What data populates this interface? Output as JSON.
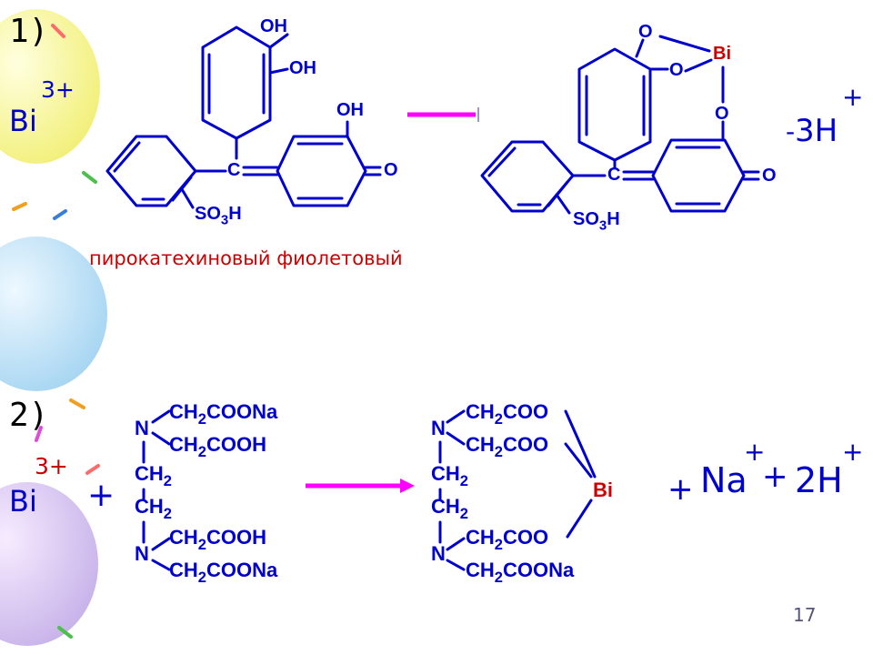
{
  "slide": {
    "page_number": "17",
    "colors": {
      "reagent_text": "#0000cc",
      "caption": "#cc0000",
      "arrow": "#ff00ff"
    }
  },
  "r1": {
    "number": "1)",
    "ion": "Bi",
    "ion_charge": "3+",
    "oh1": "OH",
    "oh2": "OH",
    "oh3": "OH",
    "keto": "O",
    "carbon": "C",
    "so3h": "SO3H",
    "caption": "пирокатехиновый фиолетовый",
    "p_o1": "O",
    "p_o2": "O",
    "p_bi": "Bi",
    "p_o3": "O",
    "p_keto": "O",
    "p_carbon": "C",
    "p_so3h": "SO3H",
    "minus": "-",
    "byproduct": "3H",
    "byproduct_charge": "+"
  },
  "r2": {
    "number": "2)",
    "ion": "Bi",
    "ion_charge": "3+",
    "plus": "+",
    "n1": "N",
    "g1": "CH2COONa",
    "g2": "CH2COOH",
    "ch2a": "CH2",
    "ch2b": "CH2",
    "n2": "N",
    "g3": "CH2COOH",
    "g4": "CH2COONa",
    "pn1": "N",
    "pg1": "CH2COO",
    "pg2": "CH2COO",
    "pch2a": "CH2",
    "pch2b": "CH2",
    "pn2": "N",
    "pg3": "CH2COO",
    "pg4": "CH2COONa",
    "p_bi": "Bi",
    "plus2": "+",
    "na": "Na",
    "na_charge": "+",
    "plus3": "+",
    "h2": "2H",
    "h2_charge": "+"
  }
}
